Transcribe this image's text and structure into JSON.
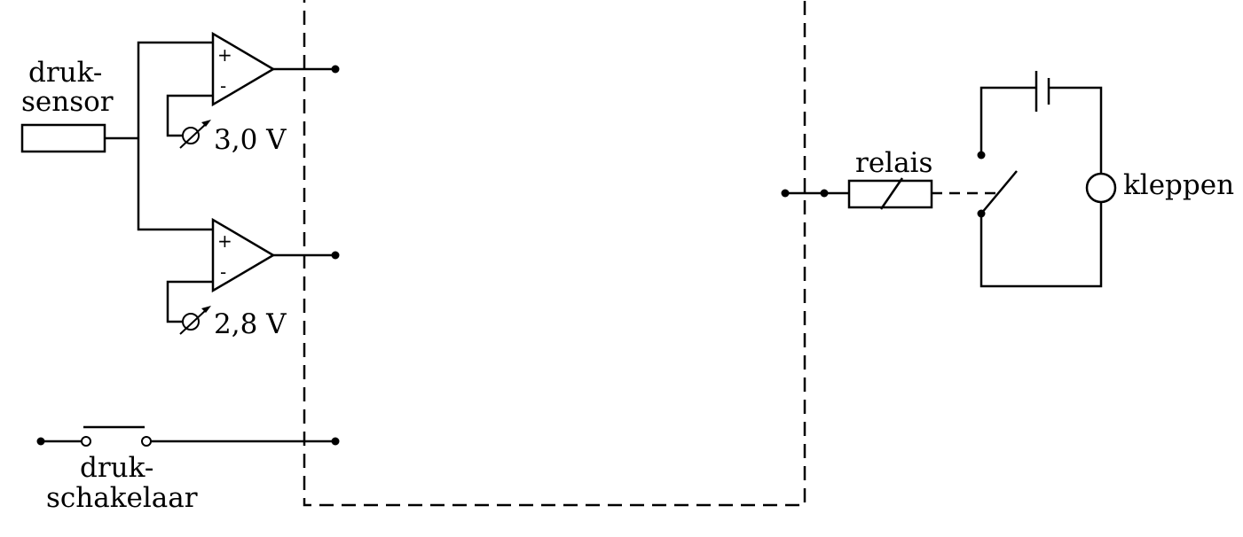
{
  "labels": {
    "druksensor_line1": "druk-",
    "druksensor_line2": "sensor",
    "comparator_top_ref": "3,0 V",
    "comparator_bottom_ref": "2,8 V",
    "drukschakelaar_line1": "druk-",
    "drukschakelaar_line2": "schakelaar",
    "relais": "relais",
    "kleppen": "kleppen"
  },
  "opamp_signs": {
    "plus": "+",
    "minus": "-"
  }
}
